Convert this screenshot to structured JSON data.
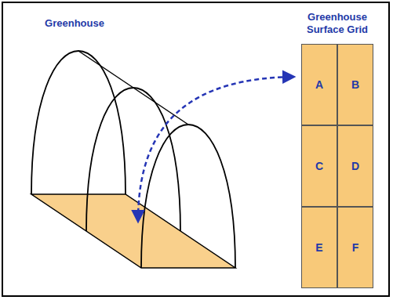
{
  "diagram": {
    "nodes": [
      {
        "text": [
          "A"
        ]
      },
      {
        "text": [
          "B"
        ]
      },
      {
        "text": [
          "C"
        ]
      },
      {
        "text": [
          "D"
        ]
      },
      {
        "text": [
          "E"
        ]
      },
      {
        "text": [
          "F"
        ]
      }
    ],
    "labels": [
      "Greenhouse",
      "Greenhouse Surface Grid"
    ]
  }
}
